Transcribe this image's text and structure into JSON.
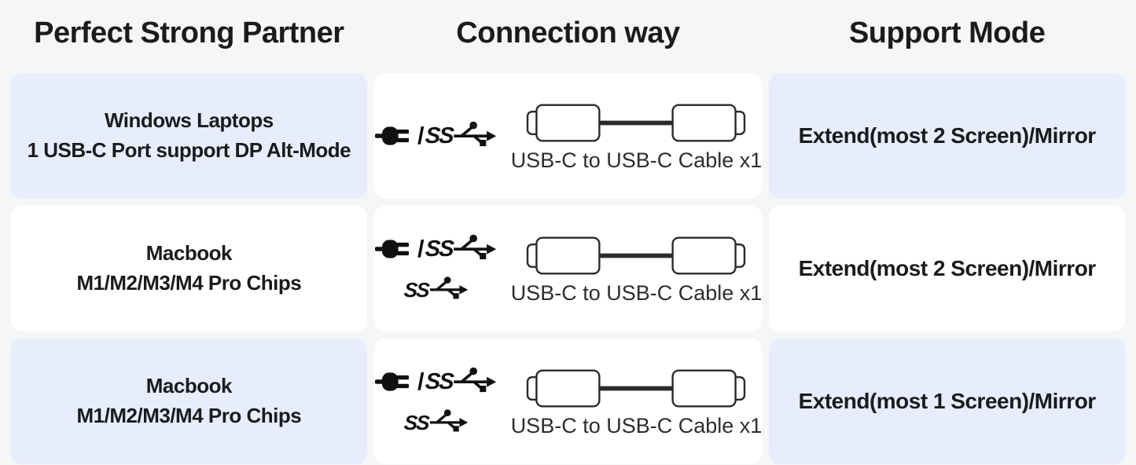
{
  "palette": {
    "page_background": "#f5f6f7",
    "tinted_card_background": "#e7edfc",
    "white_card_background": "#ffffff",
    "text_color": "#1b1b1d",
    "icon_color": "#111111"
  },
  "headers": [
    {
      "label": "Perfect Strong Partner"
    },
    {
      "label": "Connection way"
    },
    {
      "label": "Support Mode"
    }
  ],
  "icons": {
    "power_plug": "power-plug-icon",
    "superspeed_usb": "superspeed-usb-icon",
    "cable": "usb-c-cable-illustration"
  },
  "rows": [
    {
      "tinted": true,
      "partner_lines": [
        "Windows Laptops",
        "1 USB-C Port support DP Alt-Mode"
      ],
      "connection": {
        "icon_lines": [
          {
            "power_plug": true,
            "separator": "/",
            "ss_label": "SS"
          }
        ],
        "cable_label": "USB-C to USB-C Cable x1"
      },
      "support_mode": "Extend(most 2 Screen)/Mirror"
    },
    {
      "tinted": false,
      "partner_lines": [
        "Macbook",
        "M1/M2/M3/M4 Pro Chips"
      ],
      "connection": {
        "icon_lines": [
          {
            "power_plug": true,
            "separator": "/",
            "ss_label": "SS"
          },
          {
            "power_plug": false,
            "separator": "",
            "ss_label": "SS"
          }
        ],
        "cable_label": "USB-C to USB-C Cable x1"
      },
      "support_mode": "Extend(most 2 Screen)/Mirror"
    },
    {
      "tinted": true,
      "partner_lines": [
        "Macbook",
        "M1/M2/M3/M4 Pro Chips"
      ],
      "connection": {
        "icon_lines": [
          {
            "power_plug": true,
            "separator": "/",
            "ss_label": "SS"
          },
          {
            "power_plug": false,
            "separator": "",
            "ss_label": "SS"
          }
        ],
        "cable_label": "USB-C to USB-C Cable x1"
      },
      "support_mode": "Extend(most 1 Screen)/Mirror"
    }
  ],
  "chart_data": {
    "type": "table",
    "title": "",
    "columns": [
      "Perfect Strong Partner",
      "Connection way",
      "Support Mode"
    ],
    "rows": [
      [
        "Windows Laptops 1 USB-C Port support DP Alt-Mode",
        "Power/SuperSpeed-USB — USB-C to USB-C Cable x1",
        "Extend(most 2 Screen)/Mirror"
      ],
      [
        "Macbook M1/M2/M3/M4 Pro Chips",
        "Power/SuperSpeed-USB + SuperSpeed-USB — USB-C to USB-C Cable x1",
        "Extend(most 2 Screen)/Mirror"
      ],
      [
        "Macbook M1/M2/M3/M4 Pro Chips",
        "Power/SuperSpeed-USB + SuperSpeed-USB — USB-C to USB-C Cable x1",
        "Extend(most 1 Screen)/Mirror"
      ]
    ],
    "layout_hints": {
      "tinted_rows": [
        1,
        3
      ],
      "tinted_columns_only": [
        1,
        3
      ],
      "grid": "3x3 cards with gaps"
    }
  }
}
